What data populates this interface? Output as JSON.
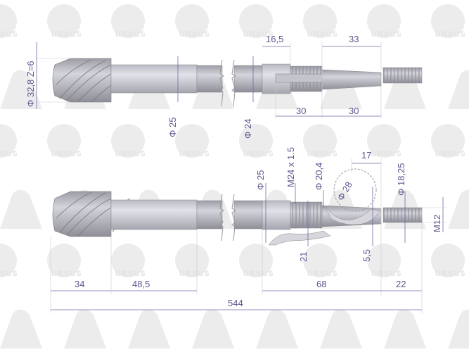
{
  "watermark": "URSUS",
  "colors": {
    "dimension": "#5a5890",
    "shaft": "#b4b4bc",
    "shaft_light": "#cfd0d8",
    "watermark": "#ececec"
  },
  "top_view": {
    "gear_dia": "Φ 32,8  Z=6",
    "dia_25": "Φ 25",
    "dia_24": "Φ 24",
    "len_16_5": "16,5",
    "len_33": "33",
    "len_30a": "30",
    "len_30b": "30"
  },
  "bottom_view": {
    "dia_25": "Φ 25",
    "thread": "M24 x 1.5",
    "dia_20_4": "Φ 20,4",
    "len_17": "17",
    "dia_28": "Φ 28",
    "dia_18_25": "Φ 18,25",
    "thread_m12": "M12",
    "len_21": "21",
    "len_5_5": "5,5",
    "len_34": "34",
    "len_48_5": "48,5",
    "len_68": "68",
    "len_22": "22",
    "total_544": "544"
  }
}
